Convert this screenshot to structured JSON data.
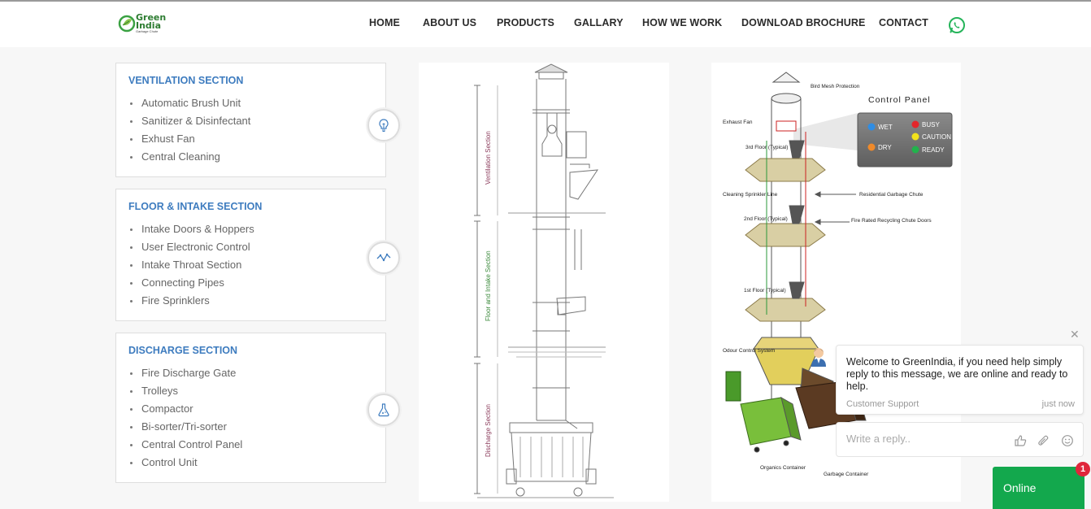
{
  "brand": {
    "name_line1": "Green",
    "name_line2": "India",
    "tagline": "Garbage Chute",
    "color": "#2e7d32"
  },
  "nav": {
    "items": [
      {
        "label": "HOME"
      },
      {
        "label": "ABOUT US"
      },
      {
        "label": "PRODUCTS"
      },
      {
        "label": "GALLARY"
      },
      {
        "label": "HOW WE WORK"
      },
      {
        "label": "DOWNLOAD BROCHURE"
      },
      {
        "label": "CONTACT"
      }
    ],
    "whatsapp_icon": "whatsapp-icon"
  },
  "sections": [
    {
      "title": "VENTILATION SECTION",
      "icon": "lightbulb-icon",
      "items": [
        "Automatic Brush Unit",
        "Sanitizer & Disinfectant",
        "Exhust Fan",
        "Central Cleaning"
      ]
    },
    {
      "title": "FLOOR & INTAKE SECTION",
      "icon": "pulse-line-icon",
      "items": [
        "Intake Doors & Hoppers",
        "User Electronic Control",
        "Intake Throat Section",
        "Connecting Pipes",
        "Fire Sprinklers"
      ]
    },
    {
      "title": "DISCHARGE SECTION",
      "icon": "flask-icon",
      "items": [
        "Fire Discharge Gate",
        "Trolleys",
        "Compactor",
        "Bi-sorter/Tri-sorter",
        "Central Control Panel",
        "Control Unit"
      ]
    }
  ],
  "diagram_left": {
    "labels": [
      "Ventilation Section",
      "Floor and Intake Section",
      "Discharge Section"
    ]
  },
  "diagram_right": {
    "title": "Control Panel",
    "panel_states": [
      "WET",
      "BUSY",
      "CAUTION",
      "DRY",
      "READY"
    ],
    "labels": {
      "bird_mesh": "Bird Mesh Protection",
      "exhaust_fan": "Exhaust Fan",
      "floor3": "3rd Floor (Typical)",
      "floor2": "2nd Floor (Typical)",
      "floor1": "1st Floor (Typical)",
      "cleaning": "Cleaning Sprinkler Line",
      "residential": "Residential Garbage Chute",
      "fire_rated": "Fire Rated Recycling Chute Doors",
      "odour": "Odour Control System",
      "organics": "Organics Container",
      "garbage": "Garbage Container"
    },
    "colors": {
      "wet": "#2f8de4",
      "busy": "#e3262b",
      "caution": "#f2e21b",
      "dry": "#f08a2a",
      "ready": "#22b24c"
    }
  },
  "chat": {
    "message": "Welcome to GreenIndia, if you need help simply reply to this message, we are online and ready to help.",
    "from": "Customer Support",
    "time": "just now",
    "placeholder": "Write a reply..",
    "status": "Online",
    "badge": "1",
    "accent": "#13a84d"
  }
}
